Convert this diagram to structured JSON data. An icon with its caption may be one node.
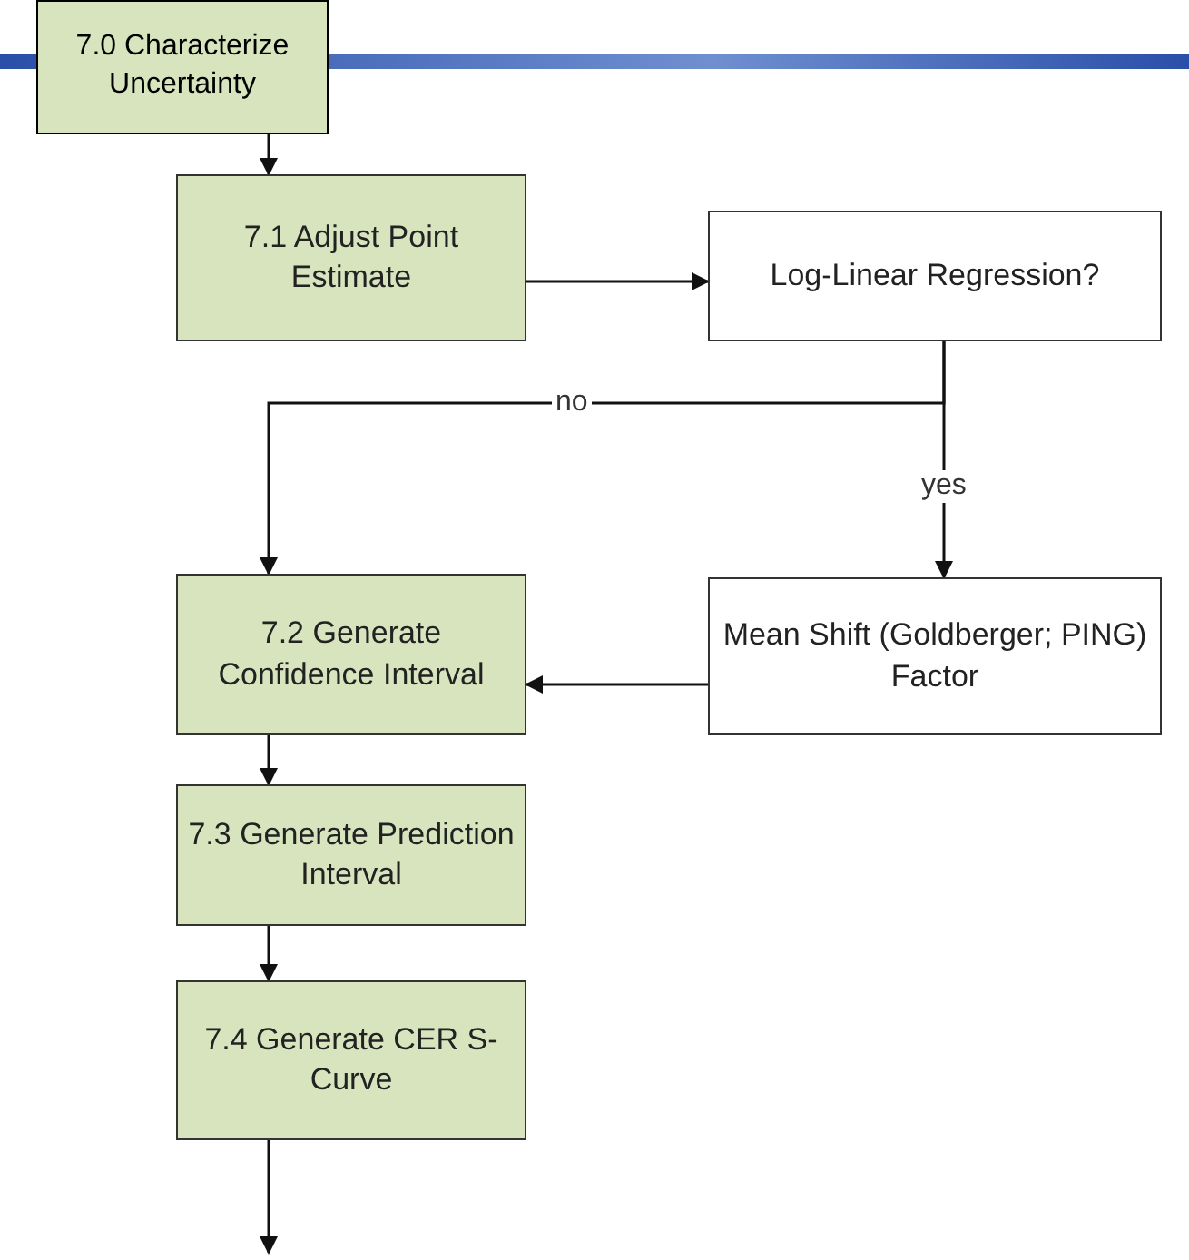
{
  "diagram": {
    "nodes": [
      {
        "text": [
          "7.0 Characterize Uncertainty"
        ]
      },
      {
        "text": [
          "7.1 Adjust Point Estimate"
        ]
      },
      {
        "text": [
          "Log-Linear Regression?"
        ]
      },
      {
        "text": [
          "7.2 Generate Confidence Interval"
        ]
      },
      {
        "text": [
          "Mean Shift (Goldberger; PING) Factor"
        ]
      },
      {
        "text": [
          "7.3 Generate Prediction Interval"
        ]
      },
      {
        "text": [
          "7.4 Generate CER S-Curve"
        ]
      }
    ],
    "edges": [
      {
        "from": 0,
        "to": 1,
        "arrow": "to"
      },
      {
        "from": 1,
        "to": 2,
        "arrow": "to"
      },
      {
        "from": 2,
        "to": 3,
        "arrow": "to",
        "label": "no"
      },
      {
        "from": 2,
        "to": 4,
        "arrow": "to",
        "label": "yes"
      },
      {
        "from": 4,
        "to": 3,
        "arrow": "to"
      },
      {
        "from": 3,
        "to": 5,
        "arrow": "to"
      },
      {
        "from": 5,
        "to": 6,
        "arrow": "to"
      },
      {
        "from": 6,
        "to": null,
        "arrow": "to"
      }
    ]
  }
}
